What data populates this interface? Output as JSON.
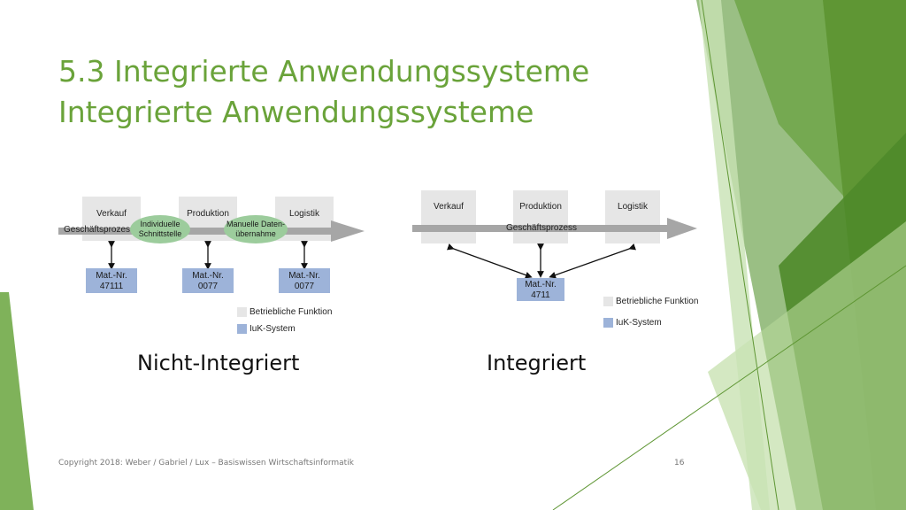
{
  "title_line1": "5.3 Integrierte Anwendungssysteme",
  "title_line2": "Integrierte Anwendungssysteme",
  "left": {
    "functions": [
      "Verkauf",
      "Produktion",
      "Logistik"
    ],
    "process_label": "Geschäftsprozess",
    "interfaces": [
      "Individuelle\nSchnittstelle",
      "Manuelle Daten-\nübernahme"
    ],
    "systems": [
      "Mat.-Nr.\n47111",
      "Mat.-Nr.\n0077",
      "Mat.-Nr.\n0077"
    ],
    "legend_function": "Betriebliche Funktion",
    "legend_iuk": "IuK-System",
    "caption": "Nicht-Integriert"
  },
  "right": {
    "functions": [
      "Verkauf",
      "Produktion",
      "Logistik"
    ],
    "process_label": "Geschäftsprozess",
    "system": "Mat.-Nr.\n4711",
    "legend_function": "Betriebliche Funktion",
    "legend_iuk": "IuK-System",
    "caption": "Integriert"
  },
  "footer": {
    "copyright": "Copyright 2018: Weber / Gabriel / Lux – Basiswissen Wirtschaftsinformatik",
    "page_number": "16"
  },
  "colors": {
    "title": "#6aa33a",
    "function_box": "#e6e6e6",
    "iuk_box": "#9db3d9",
    "interface_ellipse": "#9ccc9c",
    "process_arrow": "#a6a6a6",
    "accent_dark": "#4f8a2a",
    "accent_light": "#b7d99a"
  }
}
